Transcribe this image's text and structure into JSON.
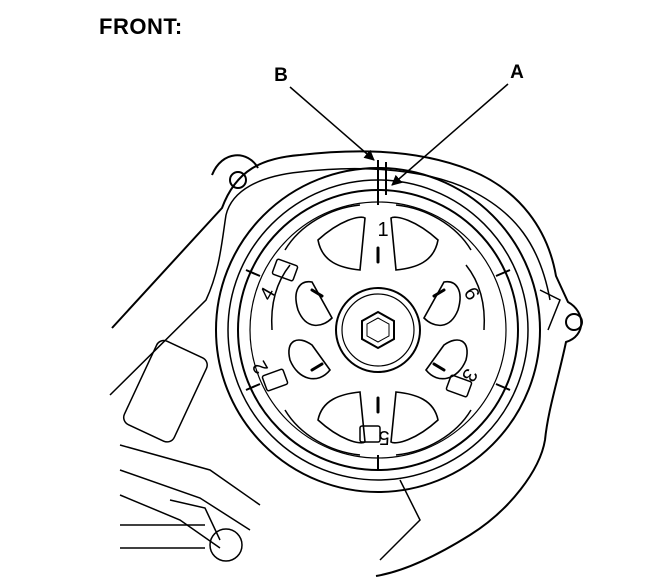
{
  "heading": "FRONT:",
  "callouts": {
    "a": "A",
    "b": "B"
  },
  "pulley_numbers": {
    "n1": "1",
    "n2": "2",
    "n3": "3",
    "n4": "4",
    "n5": "5",
    "n6": "6"
  },
  "colors": {
    "ink": "#000000",
    "paper": "#ffffff"
  }
}
